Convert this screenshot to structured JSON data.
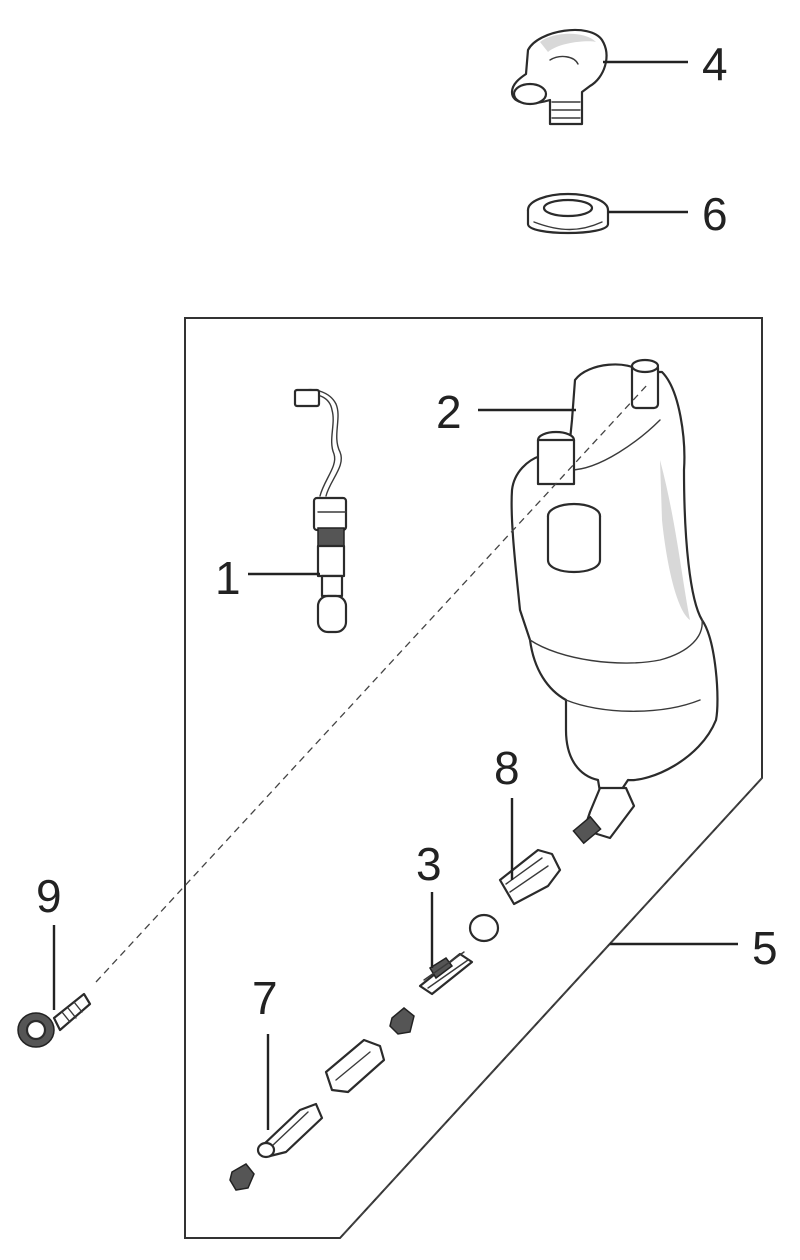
{
  "diagram": {
    "callouts": [
      {
        "id": "1",
        "label": "1"
      },
      {
        "id": "2",
        "label": "2"
      },
      {
        "id": "3",
        "label": "3"
      },
      {
        "id": "4",
        "label": "4"
      },
      {
        "id": "5",
        "label": "5"
      },
      {
        "id": "6",
        "label": "6"
      },
      {
        "id": "7",
        "label": "7"
      },
      {
        "id": "8",
        "label": "8"
      },
      {
        "id": "9",
        "label": "9"
      }
    ],
    "colors": {
      "line": "#222222",
      "background": "#ffffff"
    }
  }
}
